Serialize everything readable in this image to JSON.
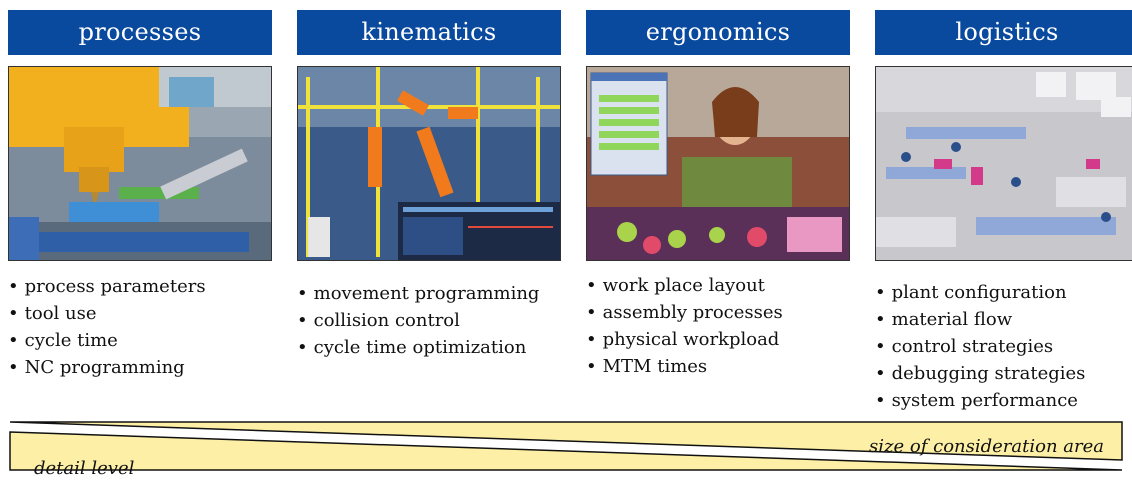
{
  "columns": [
    {
      "title": "processes",
      "image": "milling-machine-image",
      "bullets": [
        "process parameters",
        "tool use",
        "cycle time",
        "NC programming"
      ]
    },
    {
      "title": "kinematics",
      "image": "robot-cell-image",
      "bullets": [
        "movement programming",
        "collision control",
        "cycle time optimization"
      ]
    },
    {
      "title": "ergonomics",
      "image": "worker-simulation-image",
      "bullets": [
        "work place layout",
        "assembly processes",
        "physical workpload",
        "MTM times"
      ]
    },
    {
      "title": "logistics",
      "image": "plant-layout-image",
      "bullets": [
        "plant configuration",
        "material flow",
        "control strategies",
        "debugging strategies",
        "system performance"
      ]
    }
  ],
  "scale": {
    "top_label": "size of consideration area",
    "bottom_label": "detail level"
  },
  "colors": {
    "header": "#0a4a9e",
    "wedge": "#fdf0a6"
  }
}
